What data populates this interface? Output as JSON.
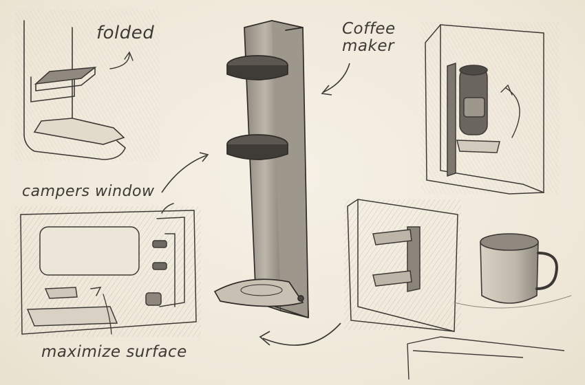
{
  "annotations": {
    "folded": "folded",
    "coffee_maker_line1": "Coffee",
    "coffee_maker_line2": "maker",
    "campers_window": "campers window",
    "maximize_surface": "maximize surface"
  },
  "colors": {
    "paper": "#f3ede1",
    "pencil_dark": "#3a3734",
    "pencil_mid": "#6d6862",
    "pencil_light": "#a9a296"
  }
}
